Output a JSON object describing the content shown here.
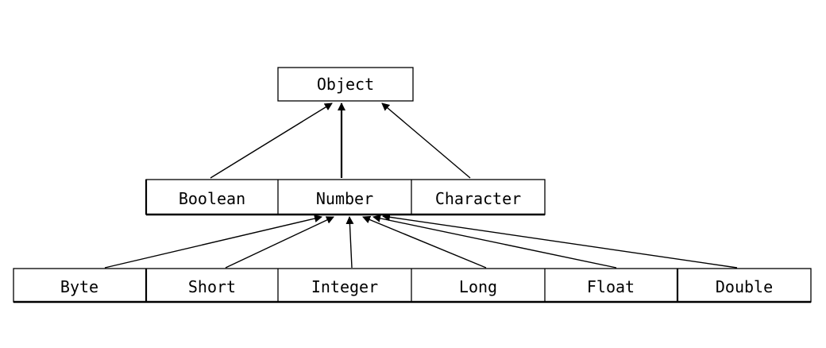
{
  "nodes": {
    "object": {
      "label": "Object"
    },
    "boolean": {
      "label": "Boolean"
    },
    "number": {
      "label": "Number"
    },
    "character": {
      "label": "Character"
    },
    "byte": {
      "label": "Byte"
    },
    "short": {
      "label": "Short"
    },
    "integer": {
      "label": "Integer"
    },
    "long": {
      "label": "Long"
    },
    "float": {
      "label": "Float"
    },
    "double": {
      "label": "Double"
    }
  },
  "edges": [
    {
      "from": "boolean",
      "to": "object"
    },
    {
      "from": "number",
      "to": "object"
    },
    {
      "from": "character",
      "to": "object"
    },
    {
      "from": "byte",
      "to": "number"
    },
    {
      "from": "short",
      "to": "number"
    },
    {
      "from": "integer",
      "to": "number"
    },
    {
      "from": "long",
      "to": "number"
    },
    {
      "from": "float",
      "to": "number"
    },
    {
      "from": "double",
      "to": "number"
    }
  ],
  "colors": {
    "line": "#000000",
    "background": "#ffffff"
  }
}
